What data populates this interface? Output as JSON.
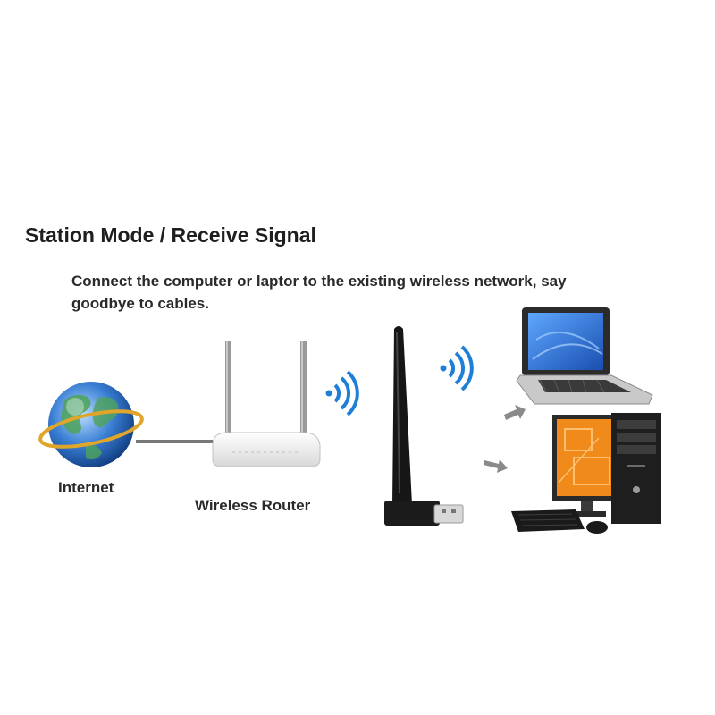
{
  "title": "Station Mode / Receive Signal",
  "description": "Connect the computer or laptor to the existing wireless network, say goodbye to cables.",
  "labels": {
    "internet": "Internet",
    "router": "Wireless Router"
  },
  "icons": [
    "globe-icon",
    "router-icon",
    "wifi-signal-icon",
    "usb-adapter-icon",
    "laptop-icon",
    "desktop-computer-icon",
    "arrow-icon"
  ],
  "colors": {
    "wifi": "#1d7fd6",
    "screen": "#f08a1a",
    "globe": "#2f6fc9"
  }
}
